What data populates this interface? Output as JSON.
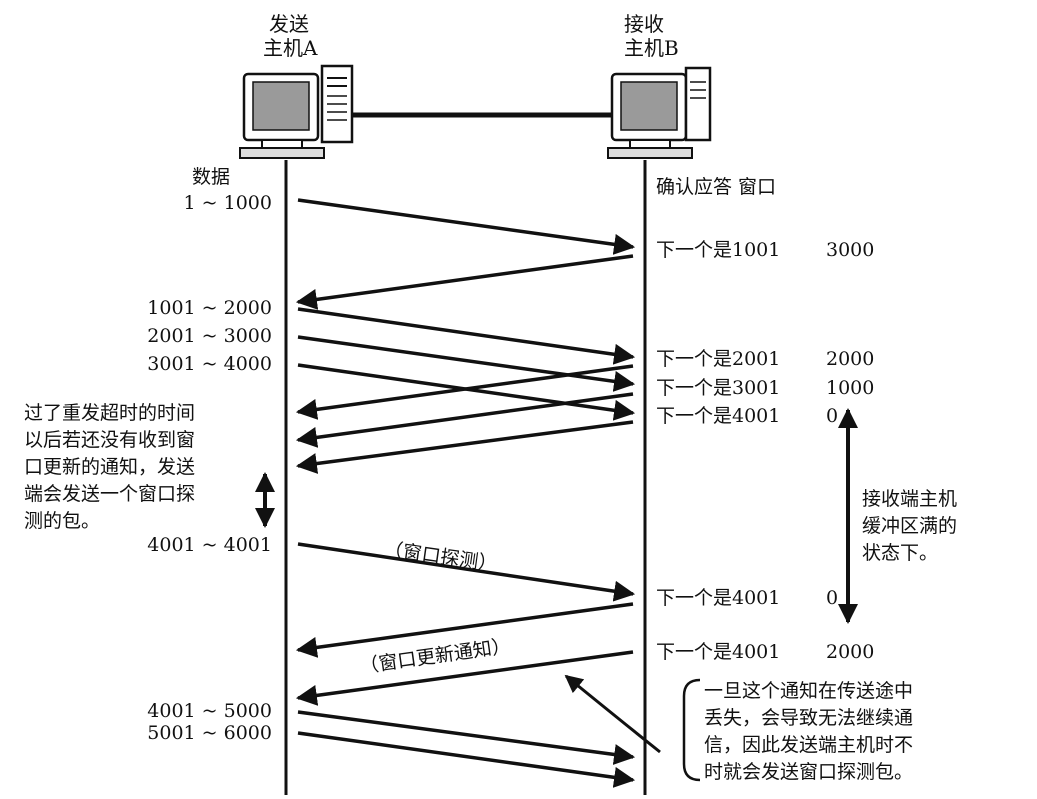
{
  "host_a": {
    "line1": "发送",
    "line2": "主机A",
    "icon": "computer-icon"
  },
  "host_b": {
    "line1": "接收",
    "line2": "主机B",
    "icon": "computer-icon"
  },
  "header_a": "数据",
  "header_b": "确认应答 窗口",
  "sender_labels": [
    "1 ~ 1000",
    "1001 ~ 2000",
    "2001 ~ 3000",
    "3001 ~ 4000",
    "4001 ~ 4001",
    "4001 ~ 5000",
    "5001 ~ 6000"
  ],
  "receiver_rows": [
    {
      "ack": "下一个是1001",
      "window": "3000"
    },
    {
      "ack": "下一个是2001",
      "window": "2000"
    },
    {
      "ack": "下一个是3001",
      "window": "1000"
    },
    {
      "ack": "下一个是4001",
      "window": "0"
    },
    {
      "ack": "下一个是4001",
      "window": "0"
    },
    {
      "ack": "下一个是4001",
      "window": "2000"
    }
  ],
  "probe_label": "（窗口探测）",
  "update_label": "（窗口更新通知）",
  "note_left": [
    "过了重发超时的时间",
    "以后若还没有收到窗",
    "口更新的通知，发送",
    "端会发送一个窗口探",
    "测的包。"
  ],
  "note_right": [
    "接收端主机",
    "缓冲区满的",
    "状态下。"
  ],
  "note_bottom": [
    "一旦这个通知在传送途中",
    "丢失，会导致无法继续通",
    "信，因此发送端主机时不",
    "时就会发送窗口探测包。"
  ]
}
